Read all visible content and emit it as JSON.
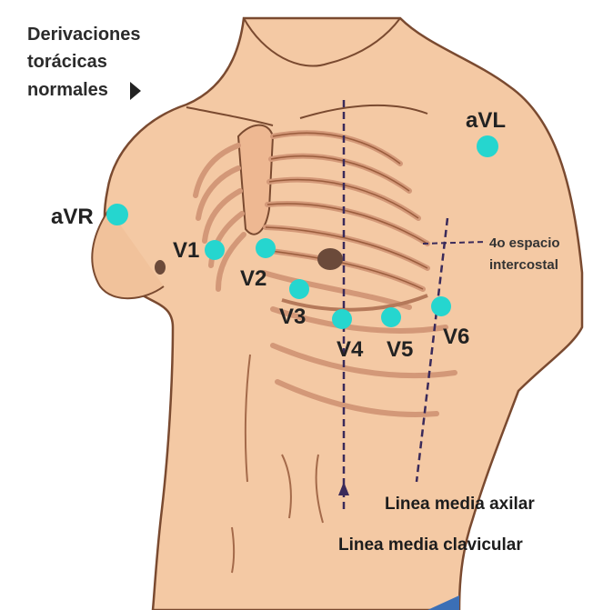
{
  "title_lines": [
    "Derivaciones",
    "torácicas",
    "normales"
  ],
  "electrodes": {
    "avr": "aVR",
    "avl": "aVL",
    "v1": "V1",
    "v2": "V2",
    "v3": "V3",
    "v4": "V4",
    "v5": "V5",
    "v6": "V6"
  },
  "annotation_lines": [
    "4o espacio",
    "intercostal"
  ],
  "line_labels": {
    "axillary": "Linea media axilar",
    "clavicular": "Linea media clavicular"
  },
  "colors": {
    "electrode": "#25d6cf",
    "skin": "#f4c9a4",
    "skin_shadow": "#e2a983",
    "outline": "#7a4a30",
    "ribs": "#d39878",
    "guide": "#3a2a5a"
  }
}
